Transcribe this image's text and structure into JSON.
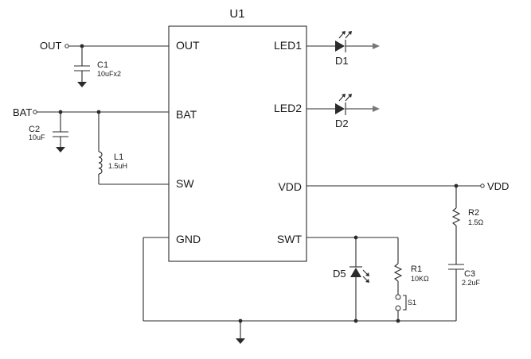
{
  "ic": {
    "title": "U1",
    "pins": {
      "out": "OUT",
      "bat": "BAT",
      "sw": "SW",
      "gnd": "GND",
      "led1": "LED1",
      "led2": "LED2",
      "vdd": "VDD",
      "swt": "SWT"
    }
  },
  "nets": {
    "out": "OUT",
    "bat": "BAT",
    "vdd": "VDD"
  },
  "components": {
    "c1": {
      "ref": "C1",
      "value": "10uFx2"
    },
    "c2": {
      "ref": "C2",
      "value": "10uF"
    },
    "l1": {
      "ref": "L1",
      "value": "1.5uH"
    },
    "d1": {
      "ref": "D1"
    },
    "d2": {
      "ref": "D2"
    },
    "d5": {
      "ref": "D5"
    },
    "r1": {
      "ref": "R1",
      "value": "10KΩ"
    },
    "r2": {
      "ref": "R2",
      "value": "1.5Ω"
    },
    "c3": {
      "ref": "C3",
      "value": "2.2uF"
    },
    "s1": {
      "ref": "S1"
    }
  }
}
